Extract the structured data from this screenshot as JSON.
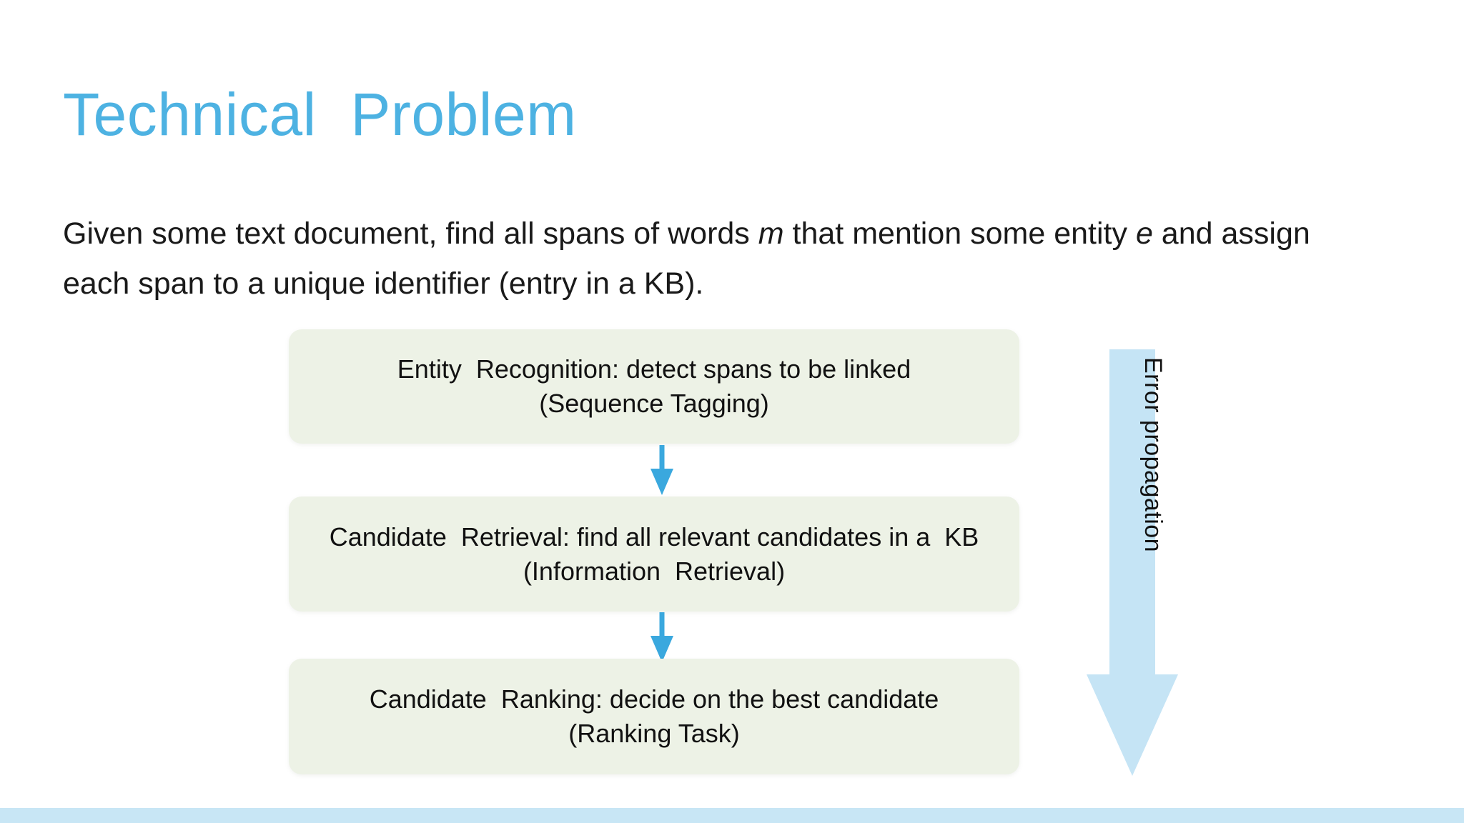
{
  "slide": {
    "title": "Technical  Problem",
    "body": {
      "part1": "Given some text document, find all spans of words ",
      "italic1": "m",
      "part2": " that mention some entity ",
      "italic2": "e",
      "part3": " and assign each span to a unique identifier (entry in a  KB)."
    }
  },
  "flow": {
    "boxes": [
      {
        "line1": "Entity  Recognition: detect spans to be linked",
        "line2": "(Sequence Tagging)"
      },
      {
        "line1": "Candidate  Retrieval: find all relevant candidates in a  KB",
        "line2": "(Information  Retrieval)"
      },
      {
        "line1": "Candidate  Ranking: decide on the best candidate",
        "line2": "(Ranking Task)"
      }
    ],
    "connector_icon": "down-arrow-icon",
    "error_arrow": {
      "label": "Error propagation",
      "icon": "down-block-arrow-icon"
    }
  },
  "colors": {
    "title": "#4db2e2",
    "box_fill": "#edf2e6",
    "connector_arrow": "#3aa8de",
    "error_arrow_fill": "#c5e4f5",
    "bottom_band": "#c8e6f5",
    "body_text": "#1a1a1a"
  }
}
